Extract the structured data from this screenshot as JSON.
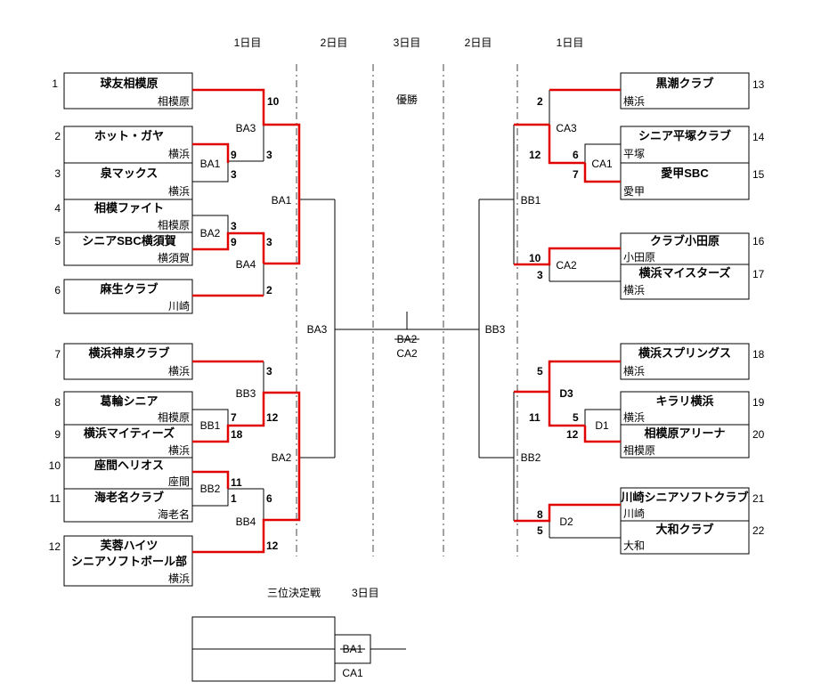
{
  "headers": {
    "day1": "1日目",
    "day2": "2日目",
    "day3": "3日目"
  },
  "final": {
    "label": "優勝",
    "struck": "BA2",
    "sub": "CA2"
  },
  "third": {
    "title": "三位決定戦",
    "day": "3日目",
    "struck": "BA1",
    "sub": "CA1"
  },
  "left_teams": [
    {
      "seed": "1",
      "name": "球友相模原",
      "loc": "相模原"
    },
    {
      "seed": "2",
      "name": "ホット・ガヤ",
      "loc": "横浜"
    },
    {
      "seed": "3",
      "name": "泉マックス",
      "loc": "横浜"
    },
    {
      "seed": "4",
      "name": "相模ファイト",
      "loc": "相模原"
    },
    {
      "seed": "5",
      "name": "シニアSBC横須賀",
      "loc": "横須賀"
    },
    {
      "seed": "6",
      "name": "麻生クラブ",
      "loc": "川崎"
    },
    {
      "seed": "7",
      "name": "横浜神泉クラブ",
      "loc": "横浜"
    },
    {
      "seed": "8",
      "name": "葛輪シニア",
      "loc": "相模原"
    },
    {
      "seed": "9",
      "name": "横浜マイティーズ",
      "loc": "横浜"
    },
    {
      "seed": "10",
      "name": "座間ヘリオス",
      "loc": "座間"
    },
    {
      "seed": "11",
      "name": "海老名クラブ",
      "loc": "海老名"
    },
    {
      "seed": "12",
      "name": "芙蓉ハイツ",
      "name2": "シニアソフトボール部",
      "loc": "横浜"
    }
  ],
  "right_teams": [
    {
      "seed": "13",
      "name": "黒潮クラブ",
      "loc": "横浜"
    },
    {
      "seed": "14",
      "name": "シニア平塚クラブ",
      "loc": "平塚"
    },
    {
      "seed": "15",
      "name": "愛甲SBC",
      "loc": "愛甲"
    },
    {
      "seed": "16",
      "name": "クラブ小田原",
      "loc": "小田原"
    },
    {
      "seed": "17",
      "name": "横浜マイスターズ",
      "loc": "横浜"
    },
    {
      "seed": "18",
      "name": "横浜スプリングス",
      "loc": "横浜"
    },
    {
      "seed": "19",
      "name": "キラリ横浜",
      "loc": "横浜"
    },
    {
      "seed": "20",
      "name": "相模原アリーナ",
      "loc": "相模原"
    },
    {
      "seed": "21",
      "name": "川崎シニアソフトクラブ",
      "loc": "川崎"
    },
    {
      "seed": "22",
      "name": "大和クラブ",
      "loc": "大和"
    }
  ],
  "matches": {
    "BA1_inner": "BA1",
    "BA2_inner": "BA2",
    "BA3": "BA3",
    "BA4": "BA4",
    "BA1_semi": "BA1",
    "BA2_semi": "BA2",
    "BA3_final": "BA3",
    "BB1": "BB1",
    "BB2": "BB2",
    "BB3": "BB3",
    "BB4": "BB4",
    "BB1_semi": "BB1",
    "BB2_semi": "BB2",
    "BB3_final": "BB3",
    "CA1": "CA1",
    "CA2": "CA2",
    "CA3": "CA3",
    "D1": "D1",
    "D2": "D2",
    "D3": "D3"
  },
  "scores": {
    "l_1": "10",
    "l_2": "9",
    "l_3": "3",
    "l_ba1": "3",
    "l_ba1b": "3",
    "l_4": "3",
    "l_5": "9",
    "l_ba2": "3",
    "l_6": "2",
    "l_7": "3",
    "l_8": "7",
    "l_9": "18",
    "l_bb1": "12",
    "l_10": "11",
    "l_11": "1",
    "l_bb2": "6",
    "l_12": "12",
    "r_13": "2",
    "r_14": "6",
    "r_15": "7",
    "r_ca1": "12",
    "r_16": "10",
    "r_17": "3",
    "r_18": "5",
    "r_19": "5",
    "r_20": "12",
    "r_d1": "11",
    "r_21": "8",
    "r_22": "5"
  }
}
